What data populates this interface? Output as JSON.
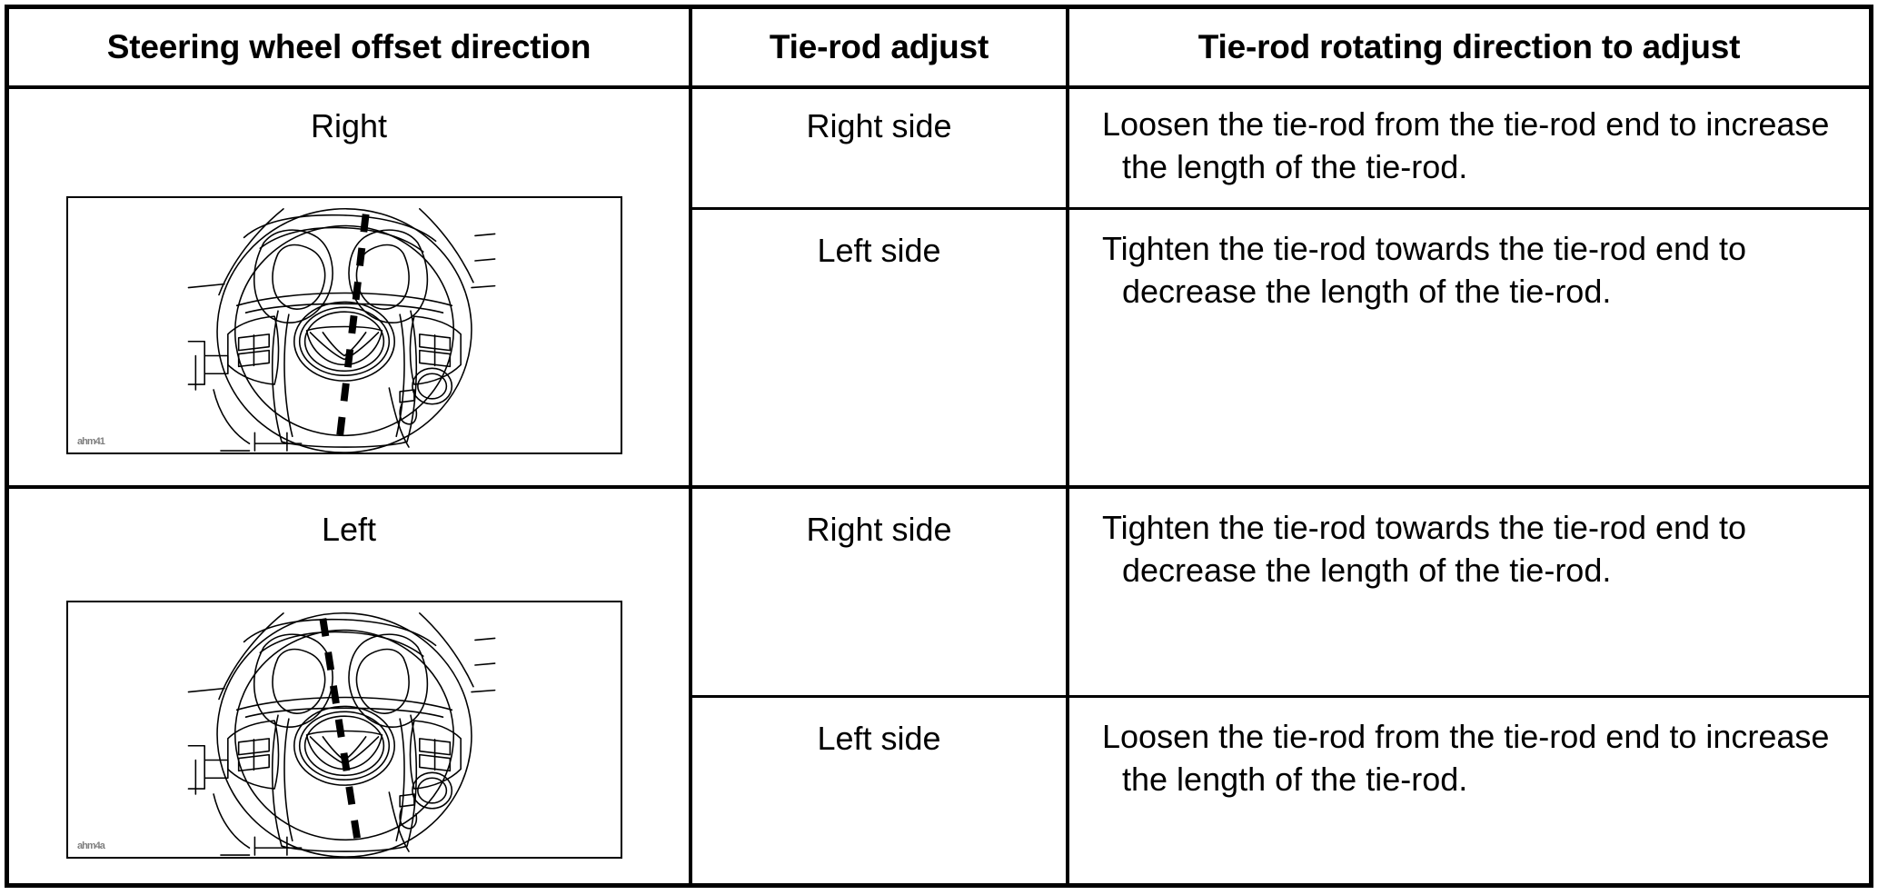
{
  "table": {
    "headers": [
      "Steering wheel offset direction",
      "Tie-rod adjust",
      "Tie-rod rotating direction to adjust"
    ],
    "rows": [
      {
        "offset_direction": "Right",
        "illustration_id": "ahm41",
        "adjustments": [
          {
            "side": "Right side",
            "instruction": "Loosen the tie-rod from the tie-rod end to increase the length of the tie-rod."
          },
          {
            "side": "Left side",
            "instruction": "Tighten the tie-rod towards the tie-rod end to decrease the length of the tie-rod."
          }
        ]
      },
      {
        "offset_direction": "Left",
        "illustration_id": "ahm4a",
        "adjustments": [
          {
            "side": "Right side",
            "instruction": "Tighten the tie-rod towards the tie-rod end to decrease the length of the tie-rod."
          },
          {
            "side": "Left side",
            "instruction": "Loosen the tie-rod from the tie-rod end to increase the length of the tie-rod."
          }
        ]
      }
    ]
  },
  "colors": {
    "background": "#ffffff",
    "border": "#000000",
    "text": "#000000"
  }
}
